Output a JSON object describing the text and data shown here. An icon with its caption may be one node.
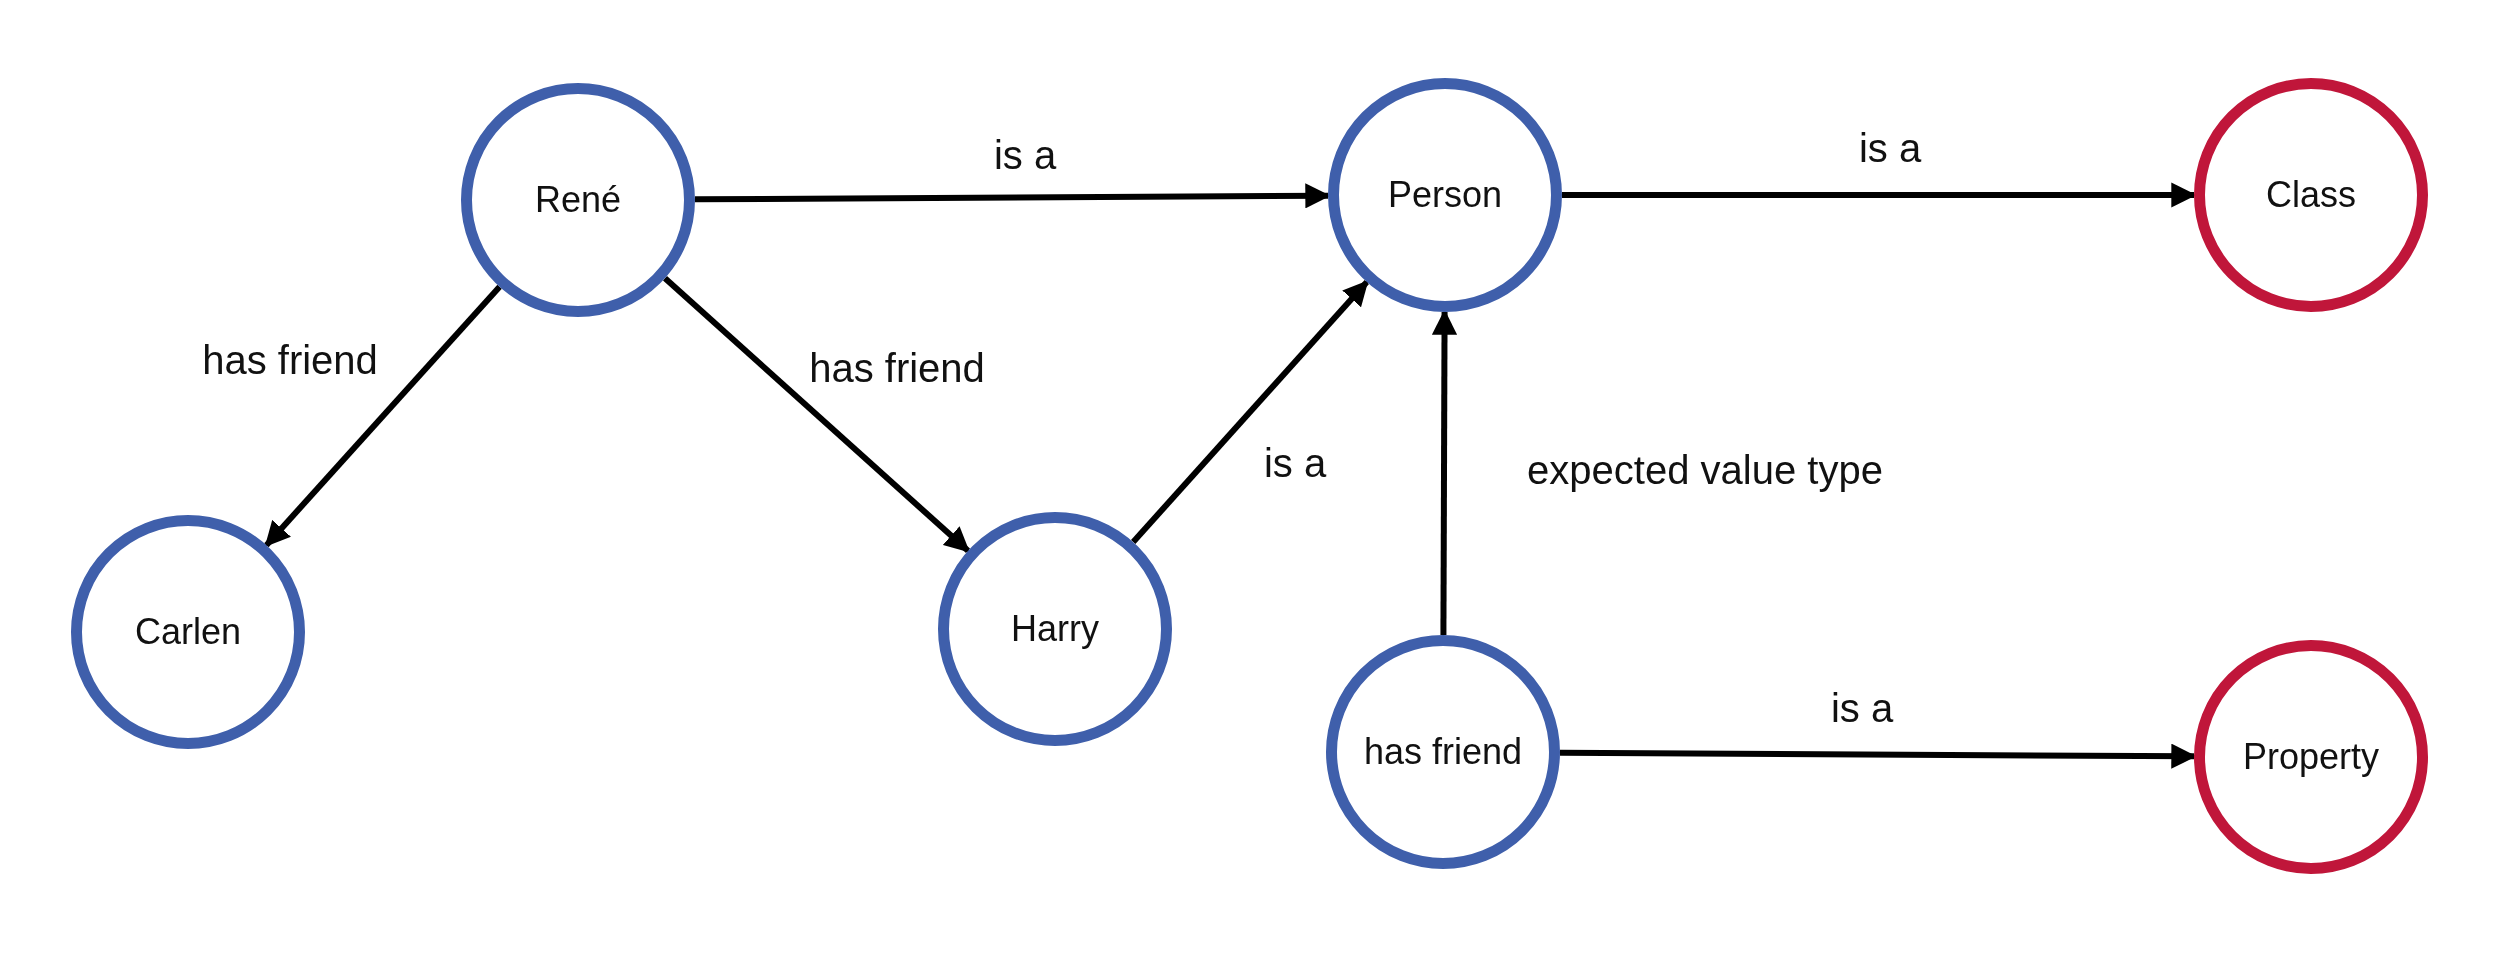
{
  "diagram": {
    "nodes": [
      {
        "text": [
          "René"
        ]
      },
      {
        "text": [
          "Person"
        ]
      },
      {
        "text": [
          "Class"
        ]
      },
      {
        "text": [
          "Carlen"
        ]
      },
      {
        "text": [
          "Harry"
        ]
      },
      {
        "text": [
          "has friend"
        ]
      },
      {
        "text": [
          "Property"
        ]
      }
    ],
    "edges": [
      {
        "from": 0,
        "to": 1,
        "arrow": "to",
        "label": "is a"
      },
      {
        "from": 1,
        "to": 2,
        "arrow": "to",
        "label": "is a"
      },
      {
        "from": 0,
        "to": 3,
        "arrow": "to",
        "label": "has friend"
      },
      {
        "from": 0,
        "to": 4,
        "arrow": "to",
        "label": "has friend"
      },
      {
        "from": 4,
        "to": 1,
        "arrow": "to",
        "label": "is a"
      },
      {
        "from": 5,
        "to": 1,
        "arrow": "to",
        "label": "expected value type"
      },
      {
        "from": 5,
        "to": 6,
        "arrow": "to",
        "label": "is a"
      }
    ]
  }
}
